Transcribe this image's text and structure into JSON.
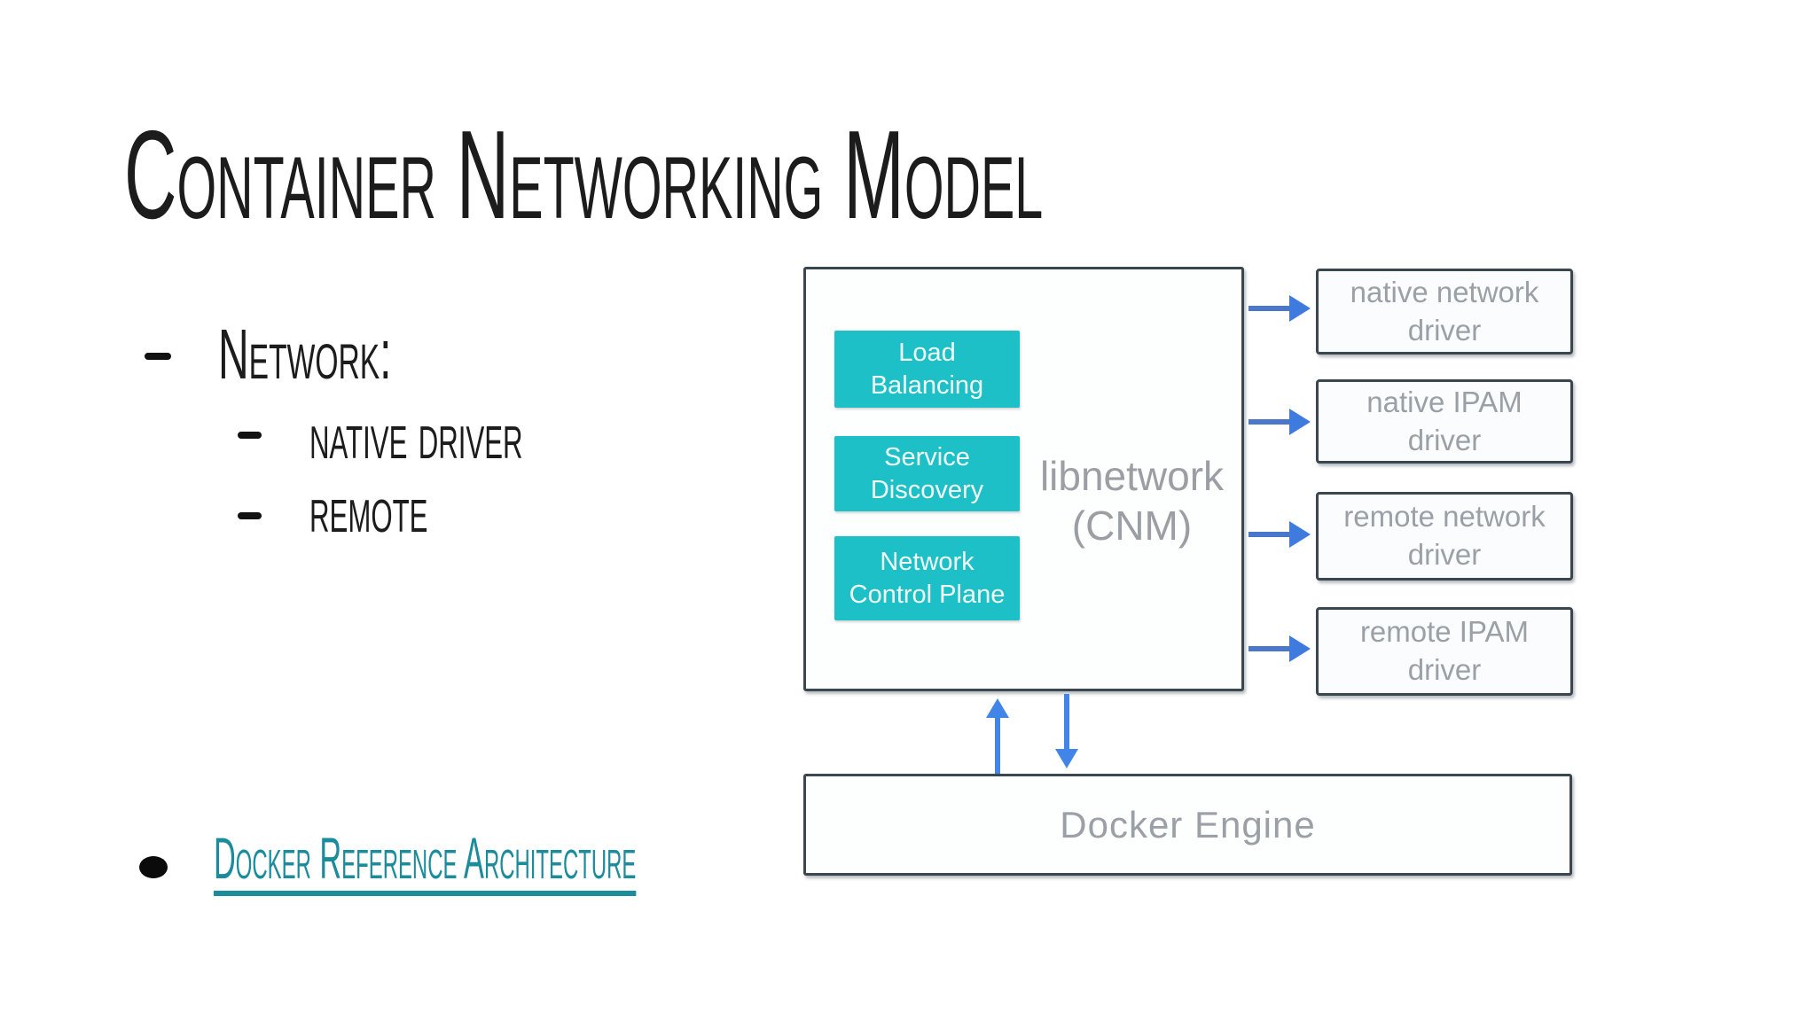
{
  "slide": {
    "title": "Container Networking Model",
    "bullets": {
      "main": "Network:",
      "sub": [
        {
          "label": "native driver"
        },
        {
          "label": "remote"
        }
      ]
    },
    "link": {
      "label": "Docker Reference Architecture"
    }
  },
  "diagram": {
    "cnm_box": {
      "label_line1": "libnetwork",
      "label_line2": "(CNM)",
      "components": [
        {
          "label": "Load Balancing"
        },
        {
          "label": "Service Discovery"
        },
        {
          "label": "Network Control Plane"
        }
      ]
    },
    "drivers": [
      {
        "label": "native network driver"
      },
      {
        "label": "native IPAM driver"
      },
      {
        "label": "remote network driver"
      },
      {
        "label": "remote IPAM driver"
      }
    ],
    "engine": {
      "label": "Docker Engine"
    }
  },
  "colors": {
    "component_teal": "#1dc0c7",
    "link_teal": "#1b8c9c",
    "arrow_blue": "#4285e8",
    "box_border": "#3b474f",
    "diagram_gray_text": "#9aa0a6",
    "slide_text": "#1c1c1c",
    "background": "#ffffff"
  }
}
